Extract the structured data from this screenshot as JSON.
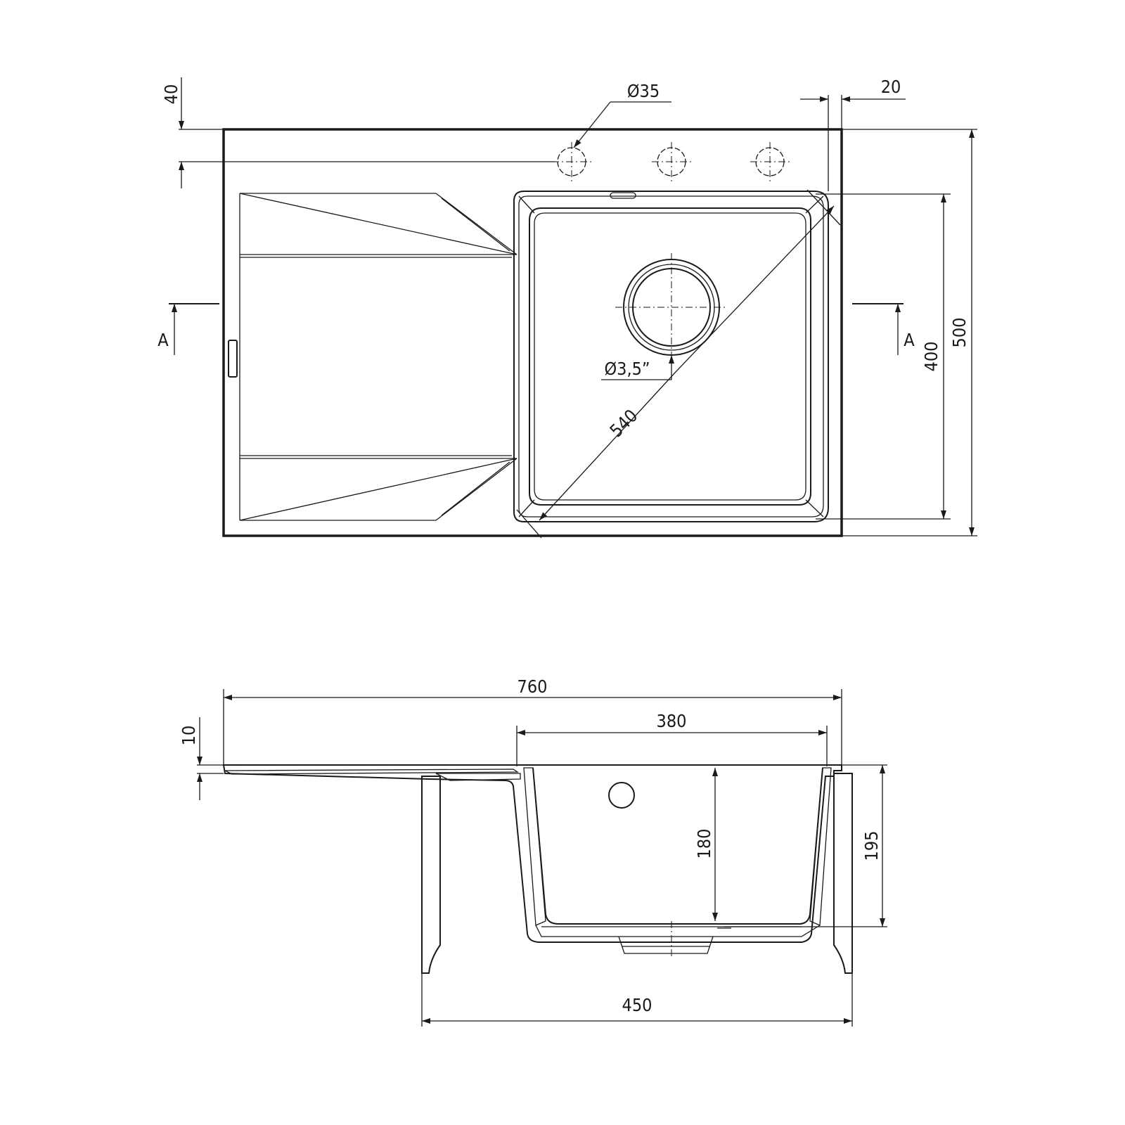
{
  "dimensions": {
    "faucet_hole_offset": "40",
    "faucet_hole_diameter": "Ø35",
    "rim_offset": "20",
    "overall_depth": "500",
    "bowl_depth": "400",
    "drain_diameter": "Ø3,5”",
    "bowl_diagonal": "540",
    "overall_width": "760",
    "bowl_width": "380",
    "rim_thickness": "10",
    "bowl_height": "180",
    "overall_height": "195",
    "min_cabinet_width": "450"
  },
  "section_marker": {
    "left": "A",
    "right": "A"
  }
}
